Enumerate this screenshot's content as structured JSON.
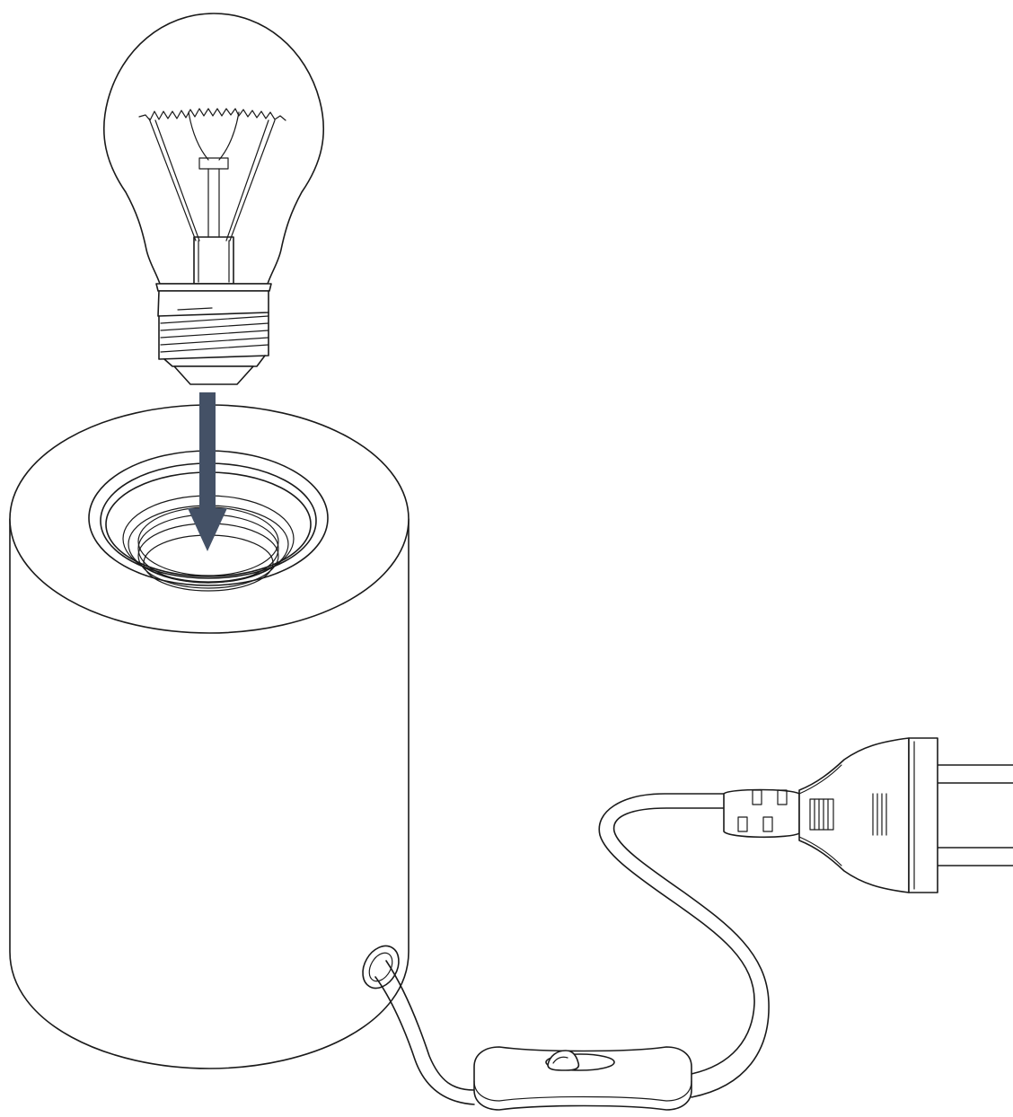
{
  "diagram": {
    "type": "assembly-illustration",
    "components": [
      "light-bulb",
      "lamp-base",
      "lamp-socket",
      "power-cord",
      "inline-switch",
      "power-plug"
    ],
    "arrow": {
      "direction": "down",
      "from": "light-bulb",
      "to": "lamp-socket",
      "color": "#445166"
    },
    "colors": {
      "line": "#1a1a1a",
      "background": "#ffffff",
      "arrow": "#445166"
    }
  }
}
